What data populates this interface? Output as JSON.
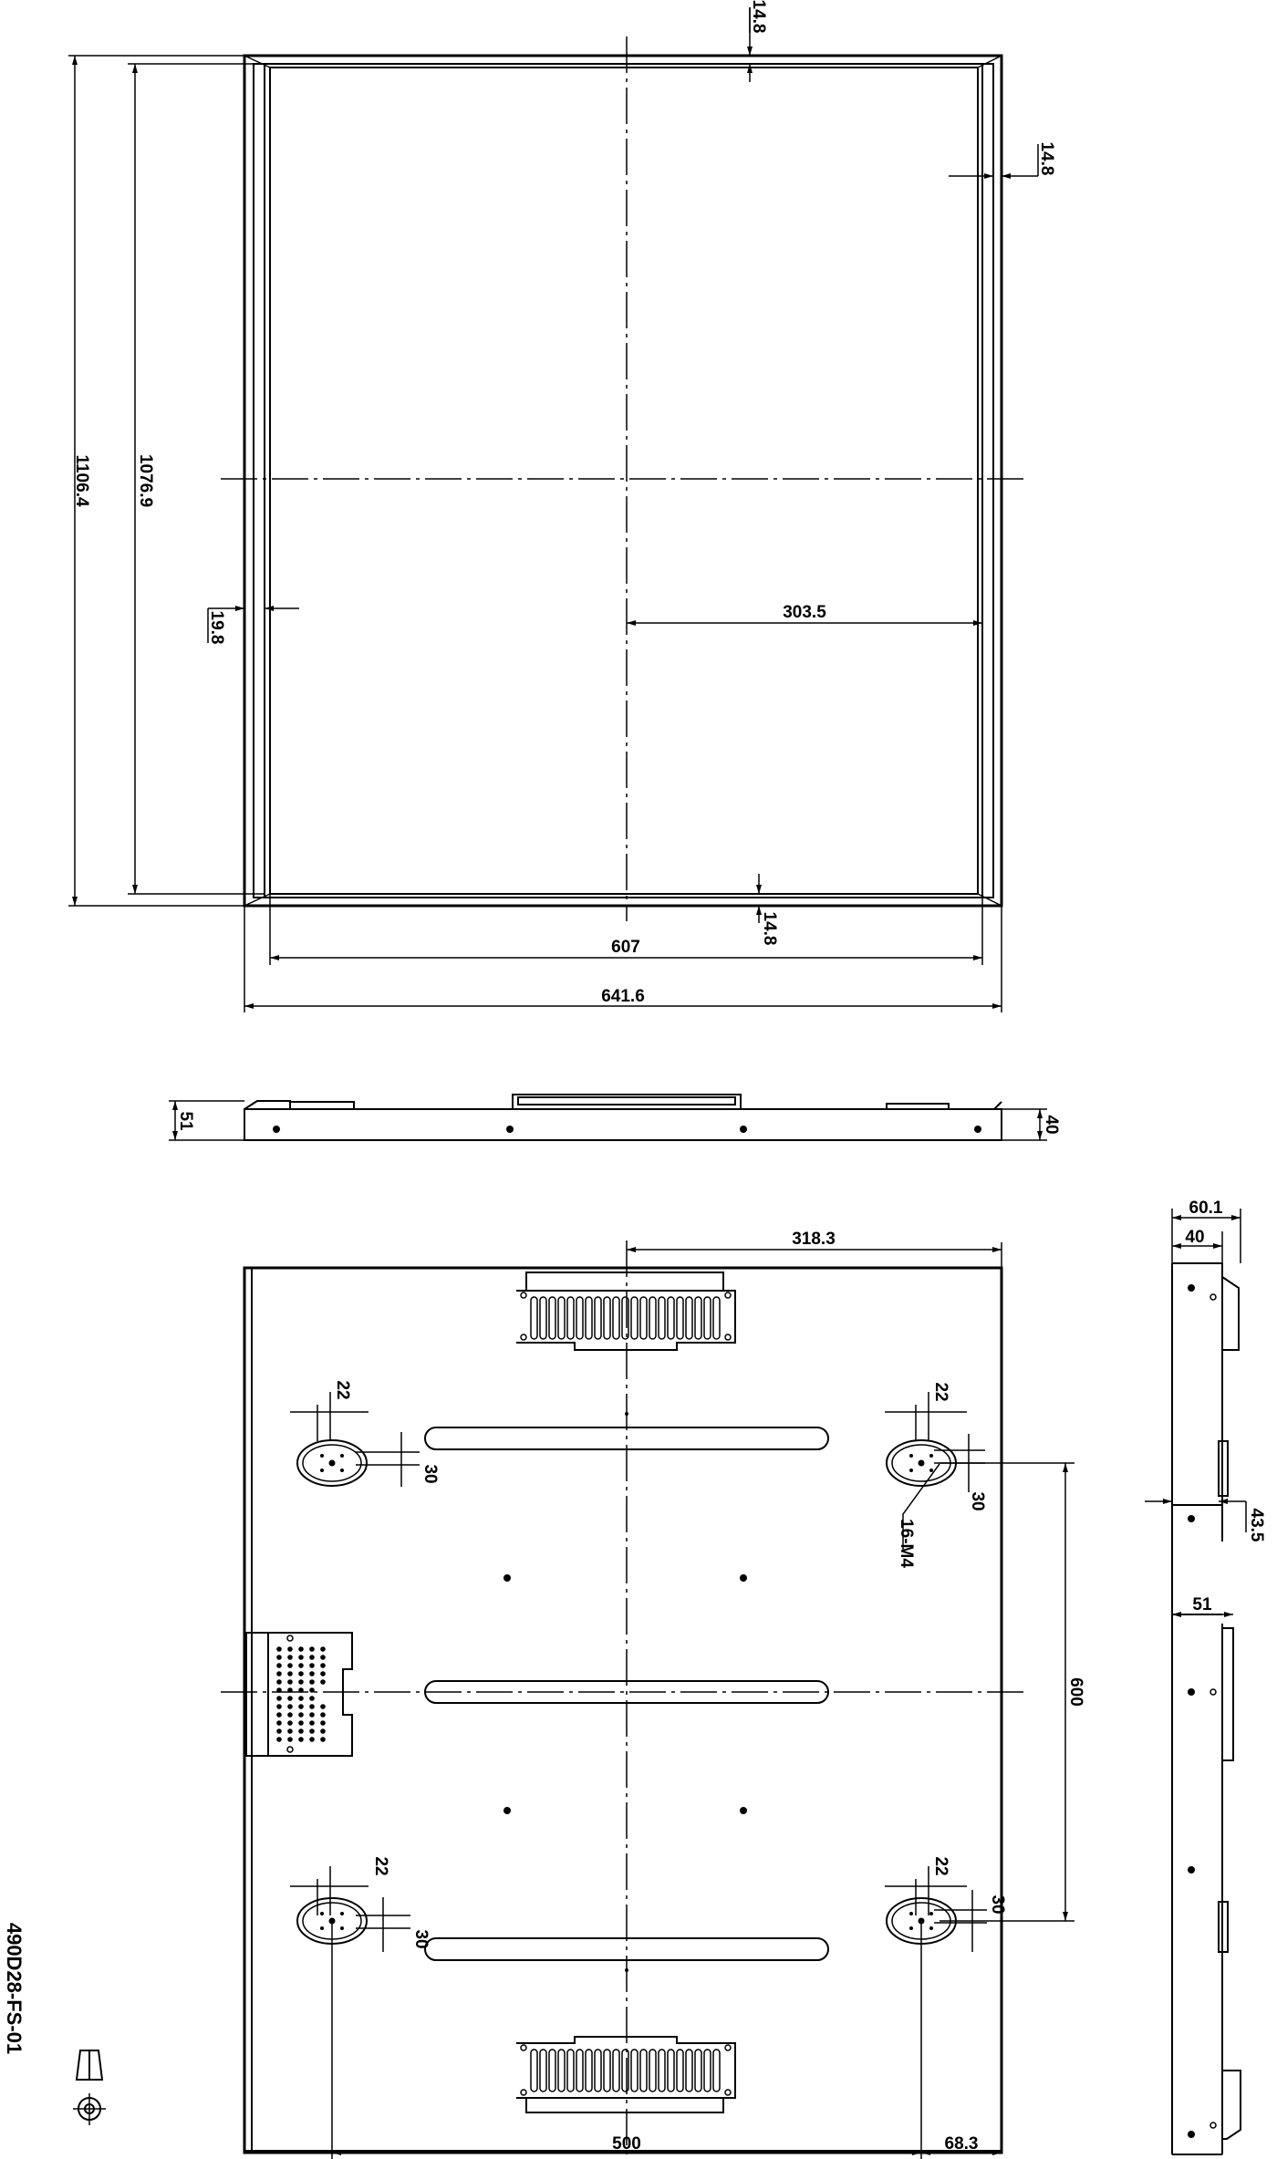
{
  "front_view": {
    "dims": {
      "height_outer": "1106.4",
      "height_inner": "1076.9",
      "width_inner": "607",
      "width_outer": "641.6",
      "half_width": "303.5",
      "frame_top": "14.8",
      "frame_right": "14.8",
      "frame_bottom": "14.8",
      "frame_left": "19.8"
    }
  },
  "side_view": {
    "dims": {
      "left_height": "51",
      "right_height": "40"
    }
  },
  "rear_view": {
    "dims": {
      "half_width": "318.3",
      "hole_offset_a": "22",
      "hole_offset_b": "22",
      "hole_offset_c": "22",
      "hole_offset_d": "22",
      "hole_height_a": "30",
      "hole_height_b": "30",
      "hole_height_c": "30",
      "hole_height_d": "30",
      "thread_callout": "16-M4",
      "hole_spacing_v": "600",
      "hole_spacing_h": "500",
      "edge_offset": "68.3"
    }
  },
  "edge_view": {
    "dims": {
      "total_depth": "60.1",
      "depth": "40",
      "mid": "43.5",
      "lower": "51"
    }
  },
  "title_block": {
    "drawing_number": "490D28-FS-01"
  }
}
